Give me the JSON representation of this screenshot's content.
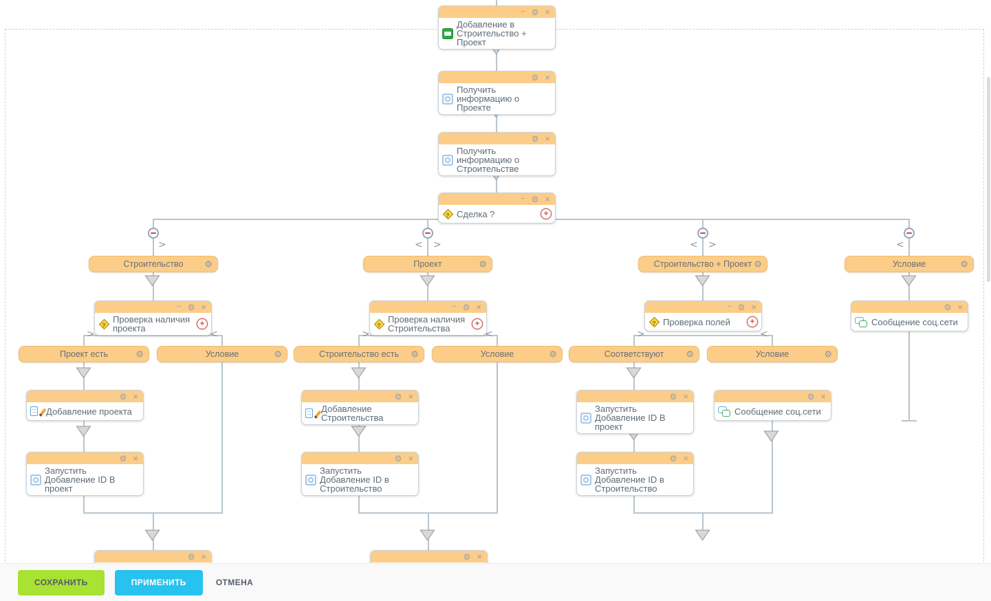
{
  "canvas": {
    "nodes": {
      "add_construction_project": "Добавление в Строительство + Проект",
      "get_info_project": "Получить информацию о Проекте",
      "get_info_construction": "Получить информацию о Строительстве",
      "deal_question": "Сделка ?",
      "check_project": "Проверка наличия проекта",
      "check_construction": "Проверка наличия Строительства",
      "check_fields": "Проверка полей",
      "add_project": "Добавление проекта",
      "run_add_id_project_1": "Запустить Добавление ID В проект",
      "add_construction": "Добавление Строительства",
      "run_add_id_construction_1": "Запустить Добавление ID в Строительство",
      "run_add_id_project_2": "Запустить Добавление ID В проект",
      "run_add_id_construction_2": "Запустить Добавление ID в Строительство",
      "social_message_1": "Сообщение соц.сети",
      "social_message_2": "Сообщение соц.сети"
    },
    "branches": {
      "construction": "Строительство",
      "project": "Проект",
      "construction_project": "Строительство + Проект",
      "condition_main": "Условие",
      "project_exists": "Проект есть",
      "condition_1": "Условие",
      "construction_exists": "Строительство есть",
      "condition_2": "Условие",
      "fields_match": "Соответствуют",
      "condition_3": "Условие"
    }
  },
  "footer": {
    "save": "СОХРАНИТЬ",
    "apply": "ПРИМЕНИТЬ",
    "cancel": "ОТМЕНА"
  },
  "colors": {
    "node_header_orange": "#fbcd88",
    "connector_line": "#b7c5cf",
    "save_button_green": "#a8e232",
    "apply_button_blue": "#27c2ee",
    "collapse_minus_red": "#e23b3b"
  }
}
